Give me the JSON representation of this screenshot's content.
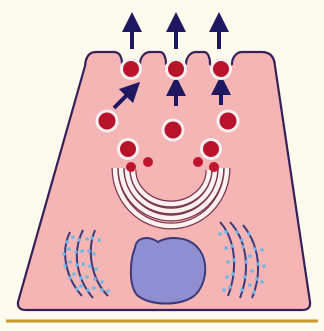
{
  "diagram": {
    "subject": "secretory-cell-exocytosis",
    "colors": {
      "background": "#fdfbee",
      "cell_fill": "#f5b5b5",
      "outline": "#35205a",
      "vesicle_fill": "#b8132a",
      "vesicle_ring": "#f6eef0",
      "golgi_fill": "#fff2ee",
      "golgi_stroke": "#7a3752",
      "golgi_vesicle": "#c0152e",
      "nucleus_fill": "#8f8ed0",
      "er_stroke": "#3b3a7a",
      "ribosome": "#6fb6ea",
      "arrow": "#1e1860",
      "basement_membrane": "#c89a2a"
    },
    "elements": {
      "cell": "cell-membrane",
      "nucleus": "nucleus",
      "golgi": "golgi-apparatus",
      "rough_er": "rough-endoplasmic-reticulum",
      "vesicles": "secretory-vesicles",
      "arrows": "secretion-arrows"
    }
  }
}
